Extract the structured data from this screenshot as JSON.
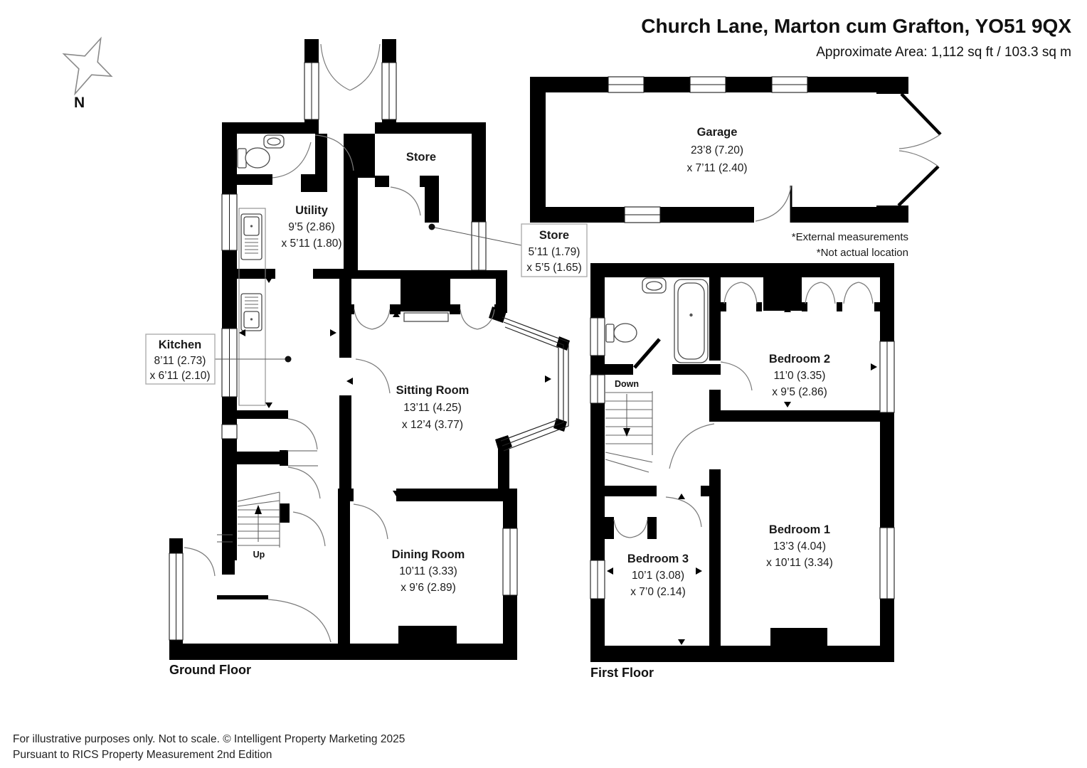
{
  "header": {
    "title": "Church Lane, Marton cum Grafton, YO51 9QX",
    "subtitle": "Approximate Area: 1,112 sq ft / 103.3 sq m"
  },
  "compass": {
    "label": "N"
  },
  "floors": {
    "ground": {
      "label": "Ground Floor"
    },
    "first": {
      "label": "First Floor"
    }
  },
  "rooms": {
    "garage": {
      "name": "Garage",
      "dim1": "23’8 (7.20)",
      "dim2": "x 7’11 (2.40)"
    },
    "store_top": {
      "name": "Store"
    },
    "utility": {
      "name": "Utility",
      "dim1": "9’5 (2.86)",
      "dim2": "x 5’11 (1.80)"
    },
    "sitting": {
      "name": "Sitting Room",
      "dim1": "13’11 (4.25)",
      "dim2": "x 12’4 (3.77)"
    },
    "dining": {
      "name": "Dining Room",
      "dim1": "10’11 (3.33)",
      "dim2": "x 9’6 (2.89)"
    },
    "bedroom1": {
      "name": "Bedroom 1",
      "dim1": "13’3 (4.04)",
      "dim2": "x 10’11 (3.34)"
    },
    "bedroom2": {
      "name": "Bedroom 2",
      "dim1": "11’0 (3.35)",
      "dim2": "x 9’5 (2.86)"
    },
    "bedroom3": {
      "name": "Bedroom 3",
      "dim1": "10’1 (3.08)",
      "dim2": "x 7’0 (2.14)"
    }
  },
  "callouts": {
    "kitchen": {
      "name": "Kitchen",
      "dim1": "8’11 (2.73)",
      "dim2": "x 6’11 (2.10)"
    },
    "store": {
      "name": "Store",
      "dim1": "5’11 (1.79)",
      "dim2": "x 5’5 (1.65)"
    }
  },
  "stairs": {
    "up": "Up",
    "down": "Down"
  },
  "garage_notes": {
    "line1": "*External measurements",
    "line2": "*Not actual location"
  },
  "footer": {
    "line1": "For illustrative purposes only. Not to scale. © Intelligent Property Marketing 2025",
    "line2": "Pursuant to RICS Property Measurement 2nd Edition"
  },
  "colors": {
    "wall": "#000000",
    "accent_line": "#7a7a7a",
    "text": "#1a1a1a"
  }
}
